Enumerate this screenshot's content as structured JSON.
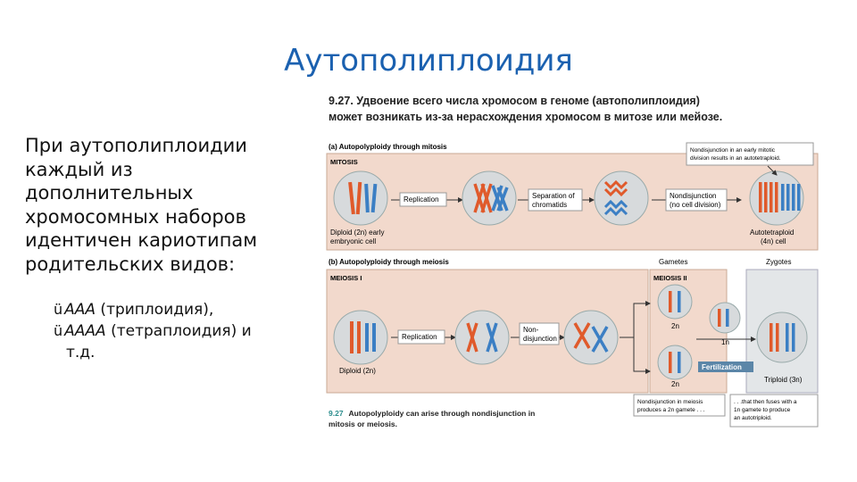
{
  "slide": {
    "title": "Аутополиплоидия",
    "body_lines": [
      "При аутополиплоидии",
      "каждый из",
      "дополнительных",
      "хромосомных наборов",
      "идентичен кариотипам",
      "родительских видов:"
    ],
    "bullets": [
      {
        "check": "ü",
        "main": "AAA",
        "rest": " (триплоидия),"
      },
      {
        "check": "ü",
        "main": "AAAA",
        "rest": " (тетраплоидия) и"
      }
    ],
    "bullet_cont": "т.д."
  },
  "figure": {
    "caption_line1": "9.27. Удвоение всего числа хромосом в геноме  (автополиплоидия)",
    "caption_line2": "может возникать из-за нерасхождения хромосом в митозе или мейозе.",
    "panel_a_title": "(a)  Autopolyploidy through mitosis",
    "mitosis_label": "MITOSIS",
    "diploid_label1": "Diploid (2n) early",
    "diploid_label2": "embryonic cell",
    "replication": "Replication",
    "separation1": "Separation of",
    "separation2": "chromatids",
    "nondisj1": "Nondisjunction",
    "nondisj2": "(no cell division)",
    "autotetra1": "Autotetraploid",
    "autotetra2": "(4n) cell",
    "note_a1": "Nondisjunction in an early mitotic",
    "note_a2": "division results in an autotetraploid.",
    "panel_b_title": "(b)  Autopolyploidy through meiosis",
    "gametes": "Gametes",
    "zygotes": "Zygotes",
    "meiosis1": "MEIOSIS I",
    "meiosis2": "MEIOSIS II",
    "replication_b": "Replication",
    "nondisj_b1": "Non-",
    "nondisj_b2": "disjunction",
    "diploid_b": "Diploid (2n)",
    "two_n_a": "2n",
    "two_n_b": "2n",
    "one_n": "1n",
    "fertilization": "Fertilization",
    "triploid": "Triploid (3n)",
    "note_b1a": "Nondisjunction in meiosis",
    "note_b1b": "produces a 2n gamete . . .",
    "note_b2a": ". . .that then fuses with a",
    "note_b2b": "1n gamete to produce",
    "note_b2c": "an autotriploid.",
    "foot_num": "9.27",
    "foot_line1": "Autopolyploidy can arise through nondisjunction in",
    "foot_line2": "mitosis or meiosis."
  },
  "colors": {
    "title": "#1b61b0",
    "panel_bg": "#f2d9cc",
    "chrom_red": "#e05a2b",
    "chrom_blue": "#3b7fc4",
    "cell": "#d7dadc"
  }
}
